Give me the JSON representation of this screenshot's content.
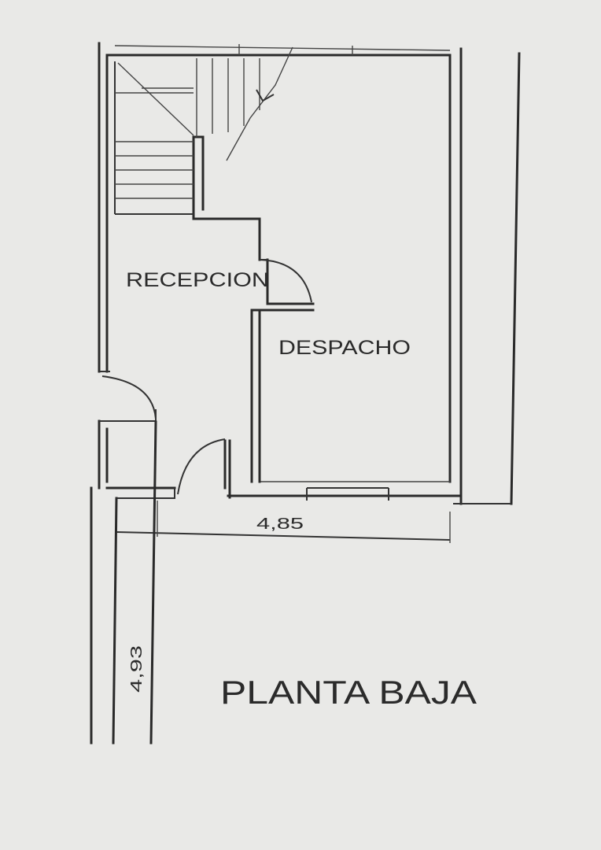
{
  "plan": {
    "rooms": {
      "reception": "RECEPCION",
      "office": "DESPACHO"
    },
    "dimensions": {
      "width": "4,85",
      "depth": "4,93"
    },
    "title": "PLANTA BAJA",
    "line_color": "#2a2a2a",
    "paper_color": "#e9e9e7"
  }
}
